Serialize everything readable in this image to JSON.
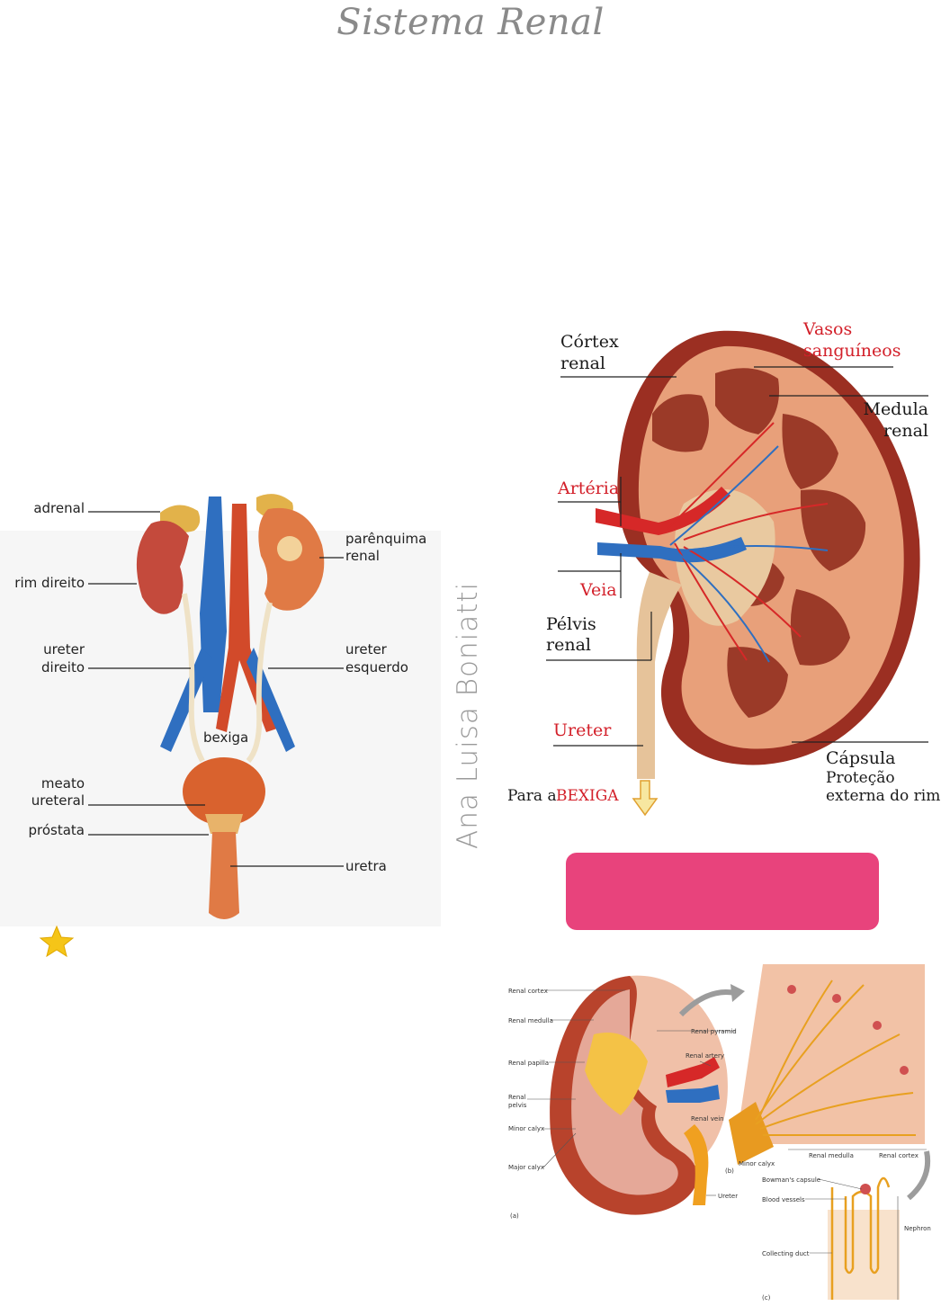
{
  "title": "Sistema Renal",
  "author_vertical": "Ana Luisa Boniatti",
  "urinary_system": {
    "adrenal": "adrenal",
    "rim_direito": "rim direito",
    "ureter_direito_1": "ureter",
    "ureter_direito_2": "direito",
    "meato_1": "meato",
    "meato_2": "ureteral",
    "prostata": "próstata",
    "parenquima_1": "parênquima",
    "parenquima_2": "renal",
    "ureter_esquerdo_1": "ureter",
    "ureter_esquerdo_2": "esquerdo",
    "bexiga": "bexiga",
    "uretra": "uretra"
  },
  "kidney_section": {
    "cortex_1": "Córtex",
    "cortex_2": "renal",
    "vasos_1": "Vasos",
    "vasos_2": "sanguíneos",
    "medula_1": "Medula",
    "medula_2": "renal",
    "arteria": "Artéria",
    "veia": "Veia",
    "pelvis_1": "Pélvis",
    "pelvis_2": "renal",
    "ureter": "Ureter",
    "para_a": "Para a",
    "bexiga": "BEXIGA",
    "capsula": "Cápsula",
    "protecao": "Proteção",
    "externa": "externa do rim"
  },
  "nephron_figure": {
    "renal_cortex": "Renal cortex",
    "renal_medulla": "Renal medulla",
    "renal_papilla": "Renal papilla",
    "renal_pelvis_1": "Renal",
    "renal_pelvis_2": "pelvis",
    "minor_calyx": "Minor calyx",
    "major_calyx": "Major calyx",
    "renal_pyramid": "Renal pyramid",
    "renal_artery": "Renal artery",
    "renal_vein": "Renal vein",
    "ureter": "Ureter",
    "fig_a": "(a)",
    "fig_b": "(b)",
    "fig_c": "(c)",
    "minor_calyx_b": "Minor calyx",
    "renal_medulla_b": "Renal medulla",
    "renal_cortex_b": "Renal cortex",
    "bowmans": "Bowman's capsule",
    "blood_vessels": "Blood vessels",
    "nephron": "Nephron",
    "collecting_duct": "Collecting duct"
  },
  "colors": {
    "title": "#8a8a8a",
    "pink_box": "#e8437c",
    "kidney_red": "#b8432c",
    "artery": "#d62828",
    "vein": "#2f6fc0",
    "star": "#f5c518"
  },
  "icons": [
    "star-icon",
    "down-arrow-icon"
  ]
}
